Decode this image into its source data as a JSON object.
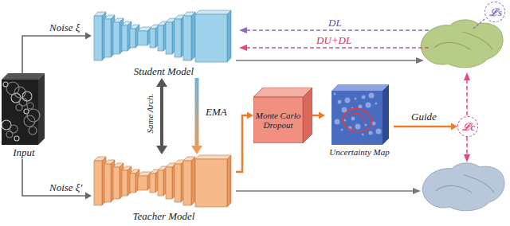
{
  "diagram": {
    "nodes": [
      {
        "text": [
          "Input"
        ]
      },
      {
        "text": [
          "Student Model"
        ]
      },
      {
        "text": [
          "Teacher Model"
        ]
      },
      {
        "text": [
          "Monte Carlo Dropout"
        ]
      },
      {
        "text": [
          "Uncertainty Map"
        ]
      },
      {
        "text": [
          "ℒs"
        ]
      },
      {
        "text": [
          "ℒc"
        ]
      }
    ],
    "edges": [
      {
        "from": 0,
        "to": 1,
        "label": "Noise ξ",
        "arrow": "to"
      },
      {
        "from": 0,
        "to": 2,
        "label": "Noise ξ'",
        "arrow": "to"
      },
      {
        "from": 1,
        "to": 2,
        "label": "Same Arch.",
        "arrow": "both"
      },
      {
        "from": 1,
        "to": 2,
        "label": "EMA",
        "arrow": "to"
      },
      {
        "from": 2,
        "to": 3,
        "arrow": "to"
      },
      {
        "from": 3,
        "to": 4,
        "arrow": "to"
      },
      {
        "from": 4,
        "to": 6,
        "label": "Guide",
        "arrow": "to"
      }
    ],
    "labels": [
      "DL",
      "DU+DL"
    ]
  }
}
